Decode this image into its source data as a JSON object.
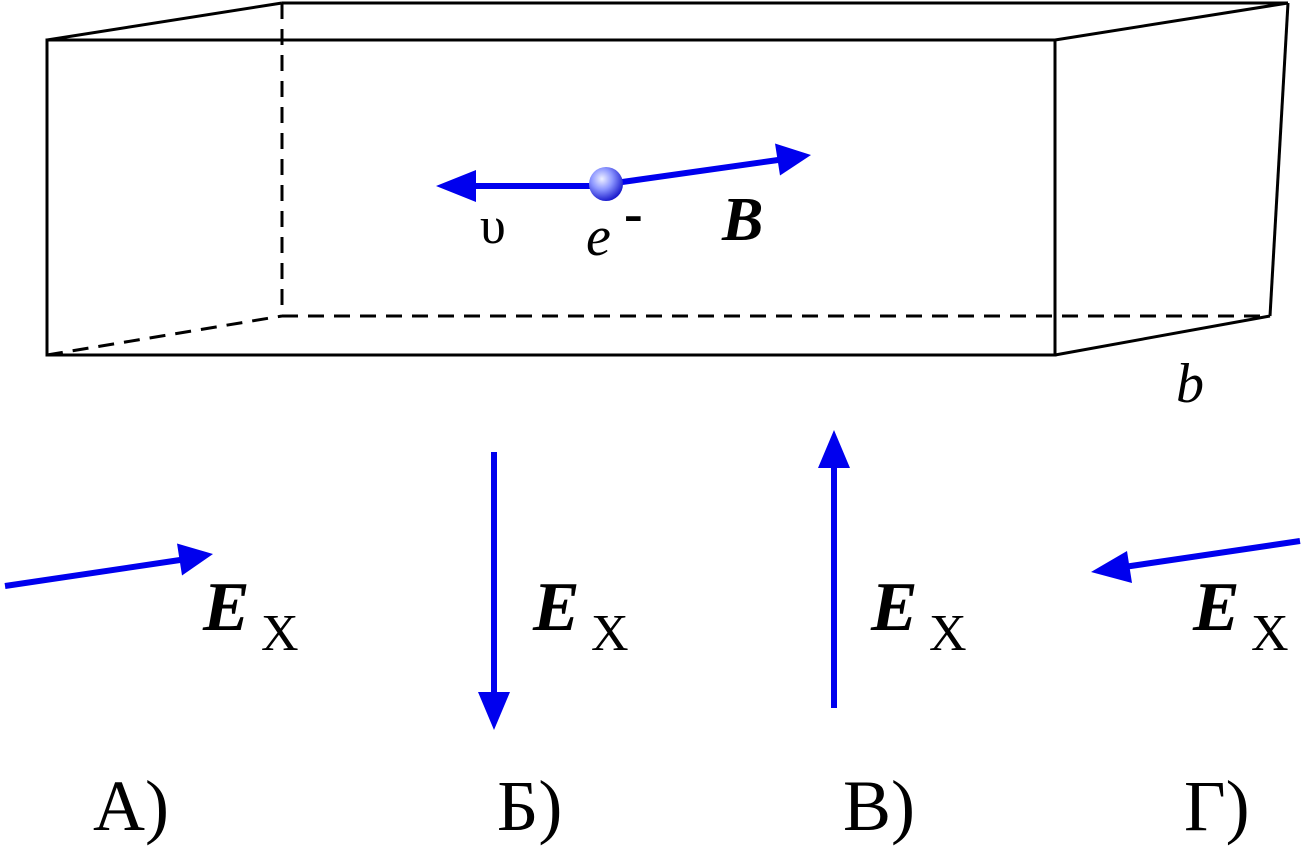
{
  "colors": {
    "vector": "#0000ee",
    "outline": "#000000",
    "particle_light": "#aab4ff",
    "particle_dark": "#0000cc",
    "background": "#ffffff"
  },
  "labels": {
    "velocity": "υ",
    "electron_symbol": "e",
    "electron_charge": "-",
    "magnetic_field": "B",
    "width": "b"
  },
  "options": [
    {
      "letter": "А)",
      "field_symbol": "E",
      "field_subscript": "Х"
    },
    {
      "letter": "Б)",
      "field_symbol": "E",
      "field_subscript": "Х"
    },
    {
      "letter": "В)",
      "field_symbol": "E",
      "field_subscript": "Х"
    },
    {
      "letter": "Г)",
      "field_symbol": "E",
      "field_subscript": "Х"
    }
  ]
}
